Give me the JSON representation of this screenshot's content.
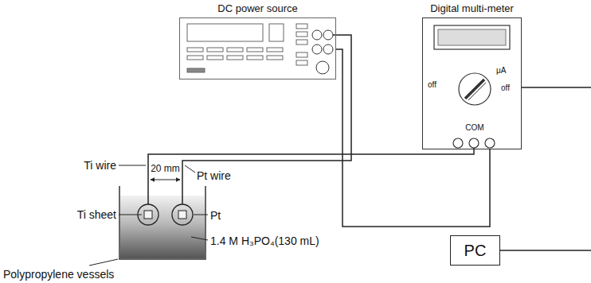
{
  "diagram": {
    "nodes": [
      {
        "text": [
          "DC power source"
        ]
      },
      {
        "text": [
          "Digital multi-meter",
          "off",
          "μA",
          "off",
          "COM"
        ]
      },
      {
        "text": [
          "PC"
        ]
      }
    ],
    "edges": [
      {
        "from": 0,
        "to": 1,
        "arrow": "none"
      }
    ],
    "labels": [
      "Ti wire",
      "20 mm",
      "Pt wire",
      "Ti sheet",
      "Pt",
      "1.4 M H₃PO₄(130 mL)",
      "Polypropylene vessels"
    ]
  }
}
